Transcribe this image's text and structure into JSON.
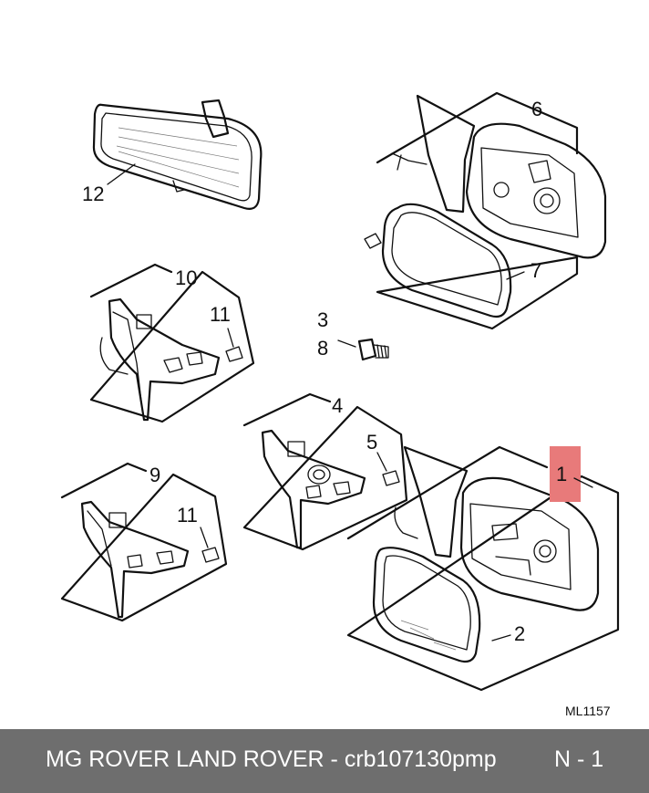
{
  "callouts": {
    "n1": "1",
    "n2": "2",
    "n3": "3",
    "n4": "4",
    "n5": "5",
    "n6": "6",
    "n7": "7",
    "n8": "8",
    "n9": "9",
    "n10": "10",
    "n11a": "11",
    "n11b": "11",
    "n12": "12"
  },
  "diagram_code": "ML1157",
  "highlight_color": "#e87a7a",
  "footer": {
    "text": "MG ROVER LAND ROVER - crb107130pmp",
    "page": "N - 1",
    "background": "#6e6e6e"
  }
}
